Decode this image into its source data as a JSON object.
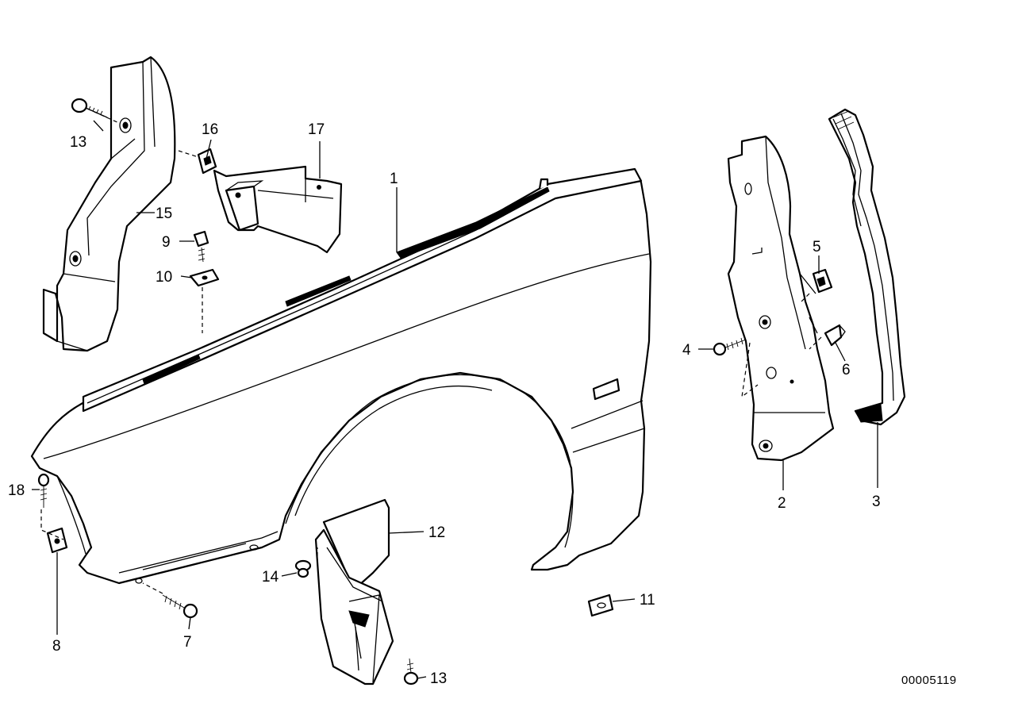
{
  "diagram": {
    "callouts": [
      {
        "id": "c1",
        "label": "1"
      },
      {
        "id": "c2",
        "label": "2"
      },
      {
        "id": "c3",
        "label": "3"
      },
      {
        "id": "c4",
        "label": "4"
      },
      {
        "id": "c5",
        "label": "5"
      },
      {
        "id": "c6",
        "label": "6"
      },
      {
        "id": "c7",
        "label": "7"
      },
      {
        "id": "c8",
        "label": "8"
      },
      {
        "id": "c9",
        "label": "9"
      },
      {
        "id": "c10",
        "label": "10"
      },
      {
        "id": "c11",
        "label": "11"
      },
      {
        "id": "c12",
        "label": "12"
      },
      {
        "id": "c13a",
        "label": "13"
      },
      {
        "id": "c13b",
        "label": "13"
      },
      {
        "id": "c14",
        "label": "14"
      },
      {
        "id": "c15",
        "label": "15"
      },
      {
        "id": "c16",
        "label": "16"
      },
      {
        "id": "c17",
        "label": "17"
      },
      {
        "id": "c18",
        "label": "18"
      }
    ],
    "document_number": "00005119"
  }
}
